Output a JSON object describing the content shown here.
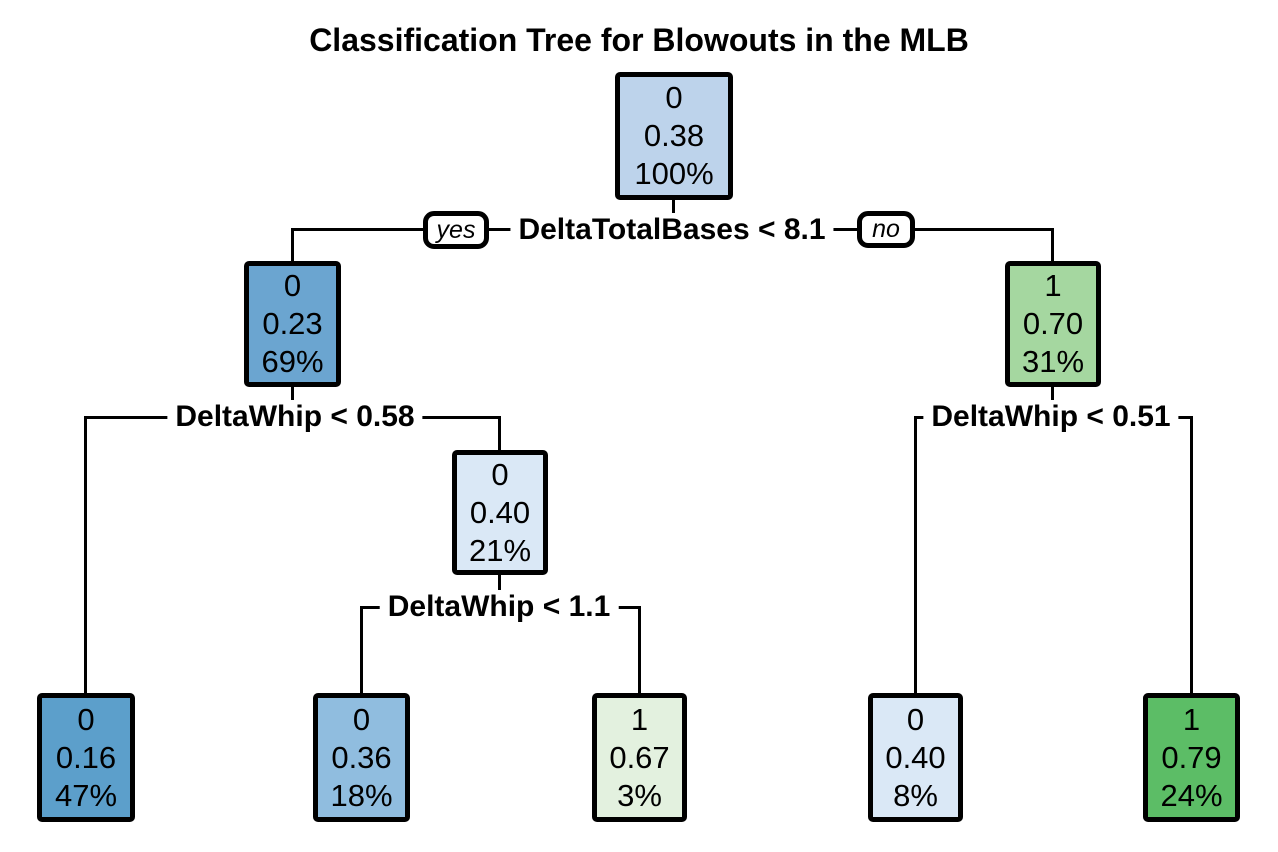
{
  "title": "Classification Tree for Blowouts in the MLB",
  "branch_labels": {
    "yes": "yes",
    "no": "no"
  },
  "splits": [
    {
      "label": "DeltaTotalBases < 8.1"
    },
    {
      "label": "DeltaWhip < 0.58"
    },
    {
      "label": "DeltaWhip < 1.1"
    },
    {
      "label": "DeltaWhip < 0.51"
    }
  ],
  "nodes": [
    {
      "id": "root",
      "class": "0",
      "prob": "0.38",
      "pct": "100%",
      "color": "#BDD3EB"
    },
    {
      "id": "left-internal",
      "class": "0",
      "prob": "0.23",
      "pct": "69%",
      "color": "#6BA5D0"
    },
    {
      "id": "right-internal",
      "class": "1",
      "prob": "0.70",
      "pct": "31%",
      "color": "#A5D7A0"
    },
    {
      "id": "mid-internal",
      "class": "0",
      "prob": "0.40",
      "pct": "21%",
      "color": "#DAE8F6"
    },
    {
      "id": "leaf-far-left",
      "class": "0",
      "prob": "0.16",
      "pct": "47%",
      "color": "#5C9FCB"
    },
    {
      "id": "leaf-mid-left",
      "class": "0",
      "prob": "0.36",
      "pct": "18%",
      "color": "#90BDDF"
    },
    {
      "id": "leaf-mid-right",
      "class": "1",
      "prob": "0.67",
      "pct": "3%",
      "color": "#E3F1DF"
    },
    {
      "id": "leaf-right-inner",
      "class": "0",
      "prob": "0.40",
      "pct": "8%",
      "color": "#DAE8F6"
    },
    {
      "id": "leaf-far-right",
      "class": "1",
      "prob": "0.79",
      "pct": "24%",
      "color": "#5CBD66"
    }
  ]
}
